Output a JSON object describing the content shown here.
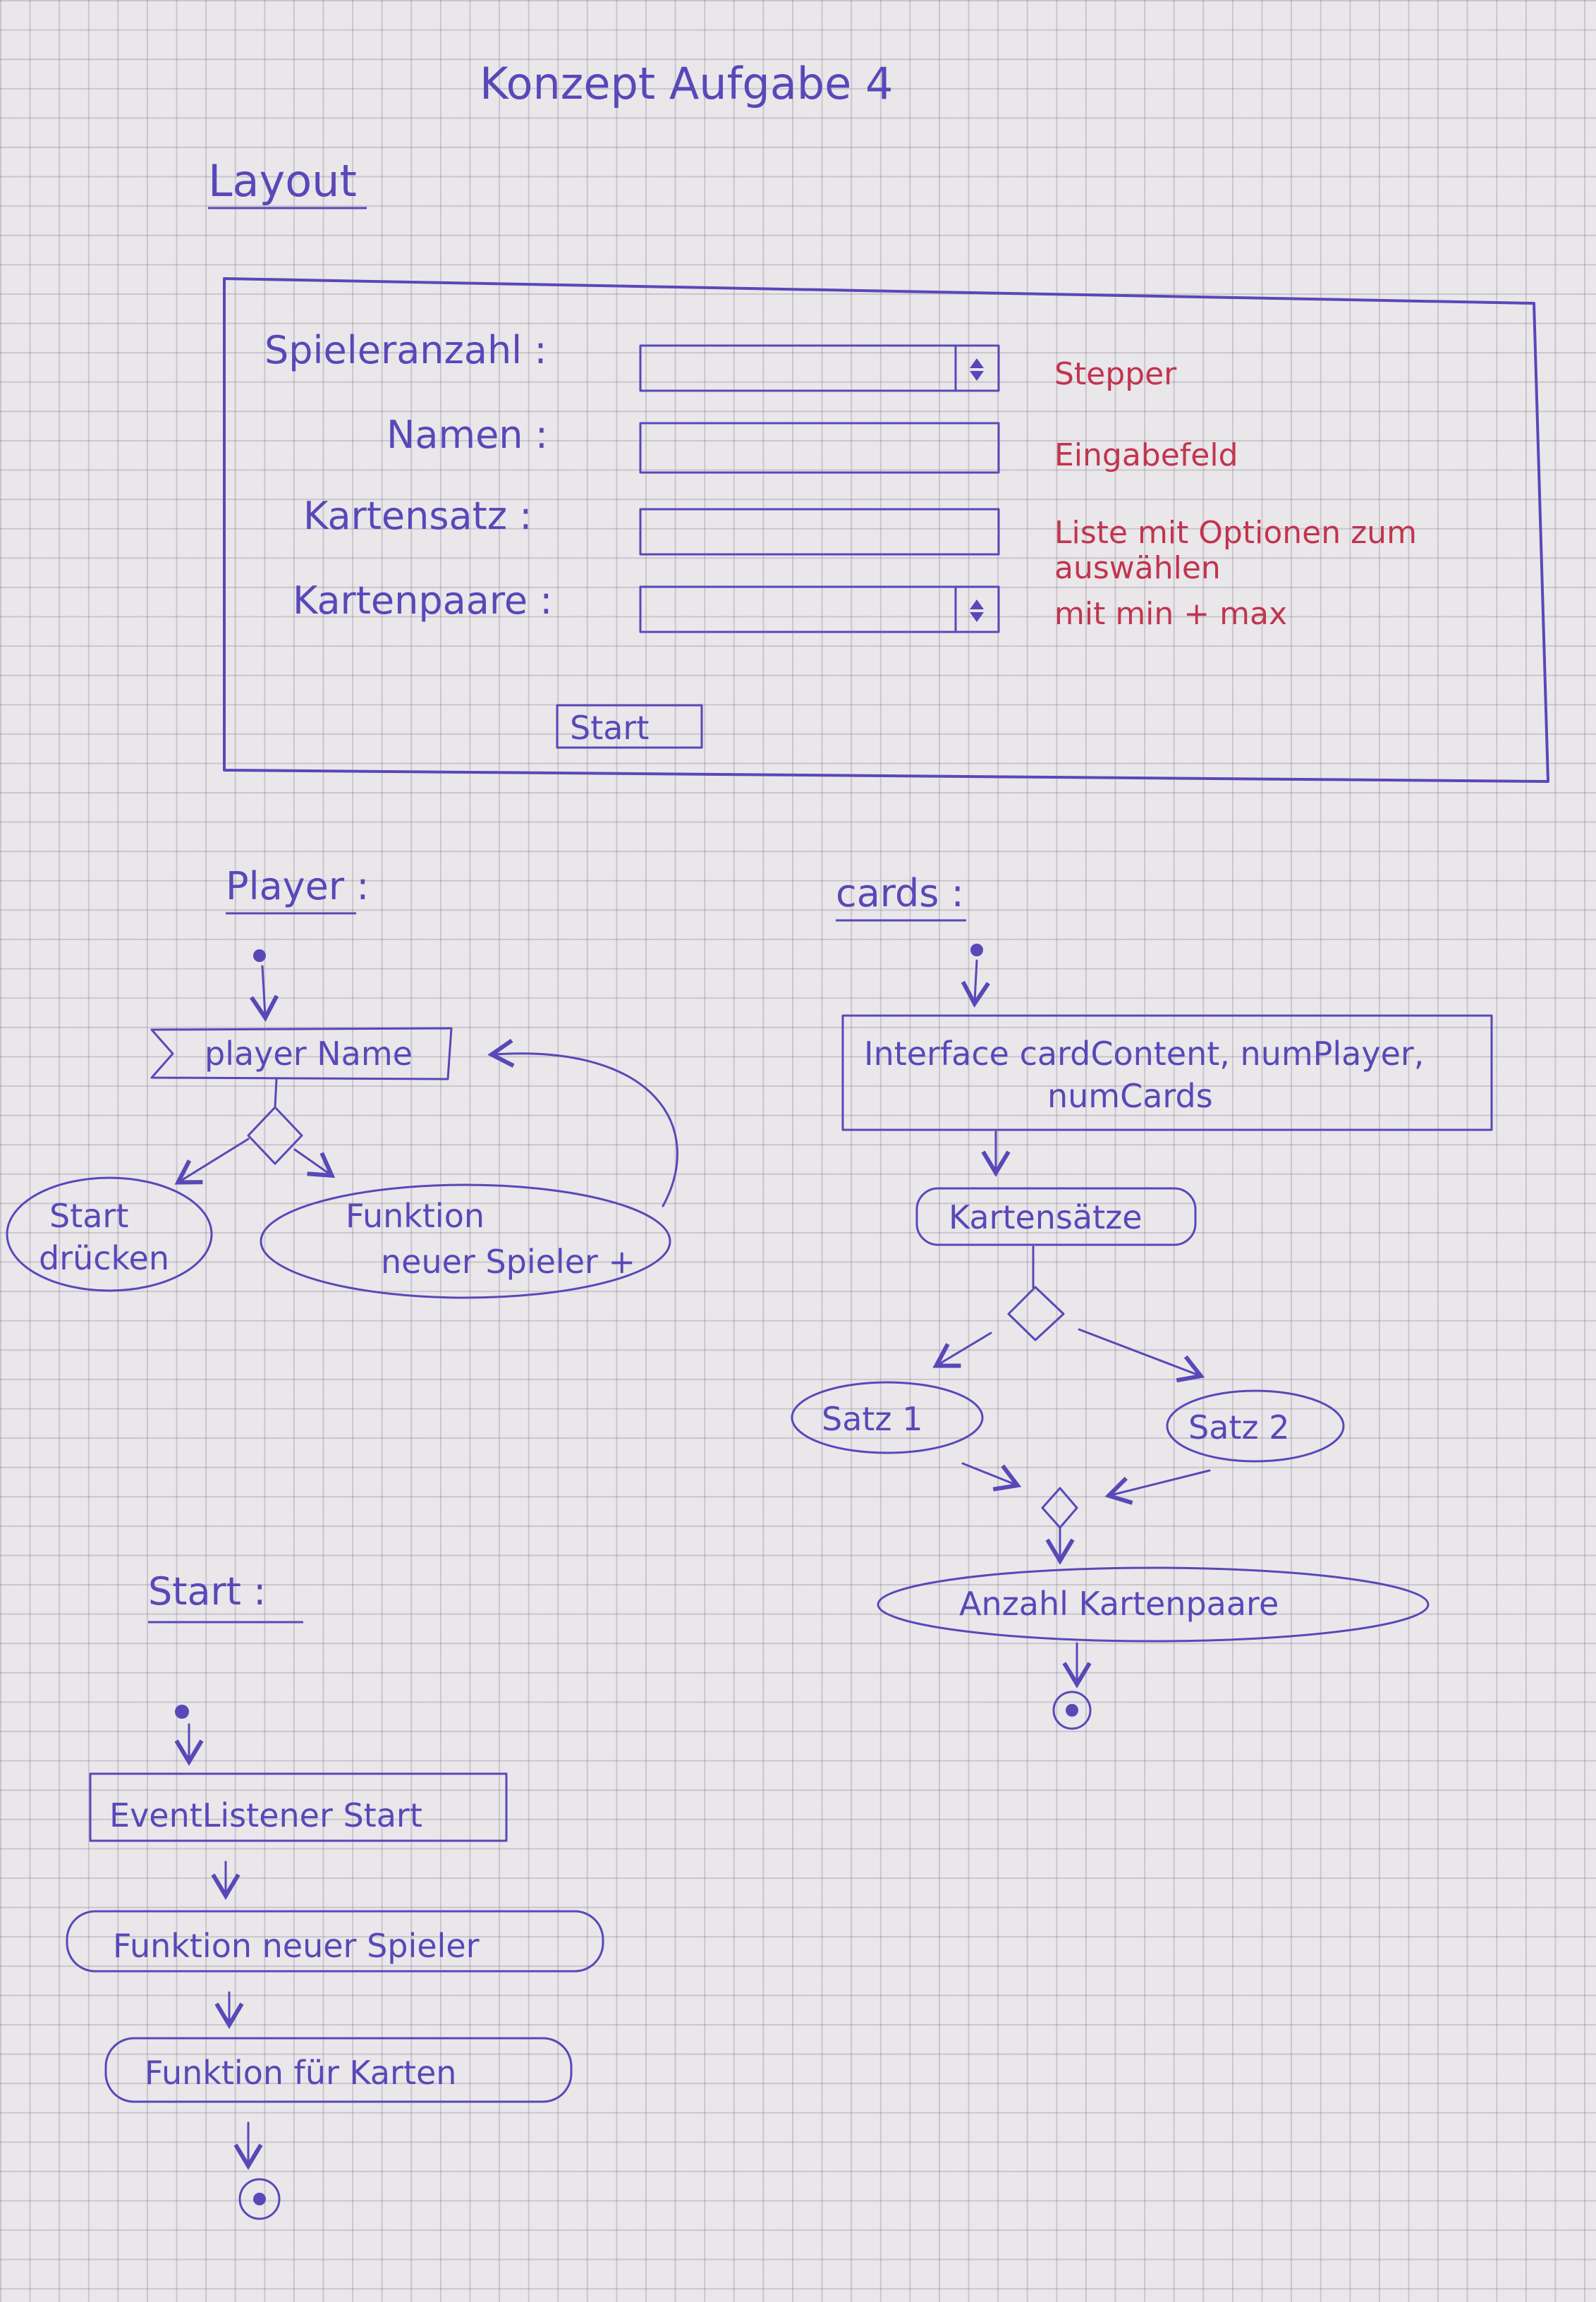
{
  "title": "Konzept Aufgabe 4",
  "layout": {
    "heading": "Layout",
    "fields": [
      {
        "label": "Spieleranzahl :",
        "note": "Stepper"
      },
      {
        "label": "Namen :",
        "note": "Eingabefeld"
      },
      {
        "label": "Kartensatz :",
        "note_line1": "Liste mit Optionen zum",
        "note_line2": "auswählen"
      },
      {
        "label": "Kartenpaare :",
        "note": "mit min + max"
      }
    ],
    "start_button": "Start"
  },
  "player": {
    "heading": "Player :",
    "input_node": "player Name",
    "left_node_line1": "Start",
    "left_node_line2": "drücken",
    "right_node_line1": "Funktion",
    "right_node_line2": "neuer Spieler +"
  },
  "cards": {
    "heading": "cards :",
    "interface_line1": "Interface cardContent, numPlayer,",
    "interface_line2": "numCards",
    "select_node": "Kartensätze",
    "left_node": "Satz 1",
    "right_node": "Satz 2",
    "result_node": "Anzahl Kartenpaare"
  },
  "start": {
    "heading": "Start :",
    "event_node": "EventListener Start",
    "node2": "Funktion neuer Spieler",
    "node3": "Funktion für Karten"
  }
}
